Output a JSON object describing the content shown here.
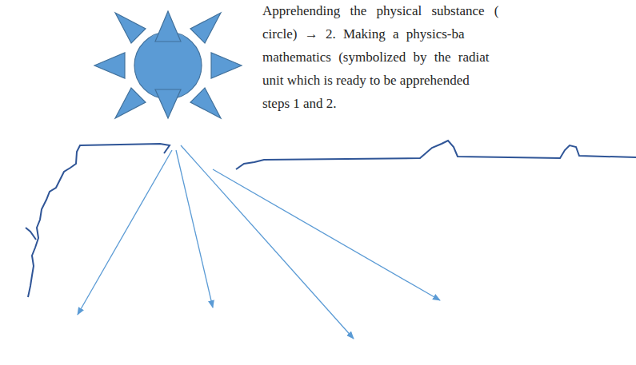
{
  "diagram": {
    "labels": [
      "Apprehending the physical substance (",
      "circle) → 2. Making a physics-ba",
      "mathematics (symbolized by the radiat",
      "unit which is ready to be apprehended",
      "steps 1 and 2."
    ]
  }
}
